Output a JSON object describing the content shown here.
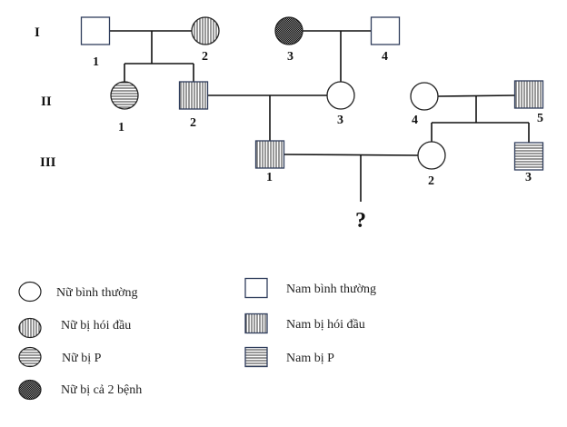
{
  "diagram": {
    "type": "pedigree",
    "colors": {
      "line": "#111111",
      "male_border": "#2f3d5c",
      "female_border": "#222222",
      "fill_blank": "#ffffff"
    },
    "generations": [
      {
        "id": "I",
        "label": "I"
      },
      {
        "id": "II",
        "label": "II"
      },
      {
        "id": "III",
        "label": "III"
      }
    ],
    "individuals": [
      {
        "id": "I-1",
        "label": "1",
        "sex": "male",
        "phenotype": "normal"
      },
      {
        "id": "I-2",
        "label": "2",
        "sex": "female",
        "phenotype": "bald"
      },
      {
        "id": "I-3",
        "label": "3",
        "sex": "female",
        "phenotype": "both"
      },
      {
        "id": "I-4",
        "label": "4",
        "sex": "male",
        "phenotype": "normal"
      },
      {
        "id": "II-1",
        "label": "1",
        "sex": "female",
        "phenotype": "P"
      },
      {
        "id": "II-2",
        "label": "2",
        "sex": "male",
        "phenotype": "bald"
      },
      {
        "id": "II-3",
        "label": "3",
        "sex": "female",
        "phenotype": "normal"
      },
      {
        "id": "II-4",
        "label": "4",
        "sex": "female",
        "phenotype": "normal"
      },
      {
        "id": "II-5",
        "label": "5",
        "sex": "male",
        "phenotype": "bald"
      },
      {
        "id": "III-1",
        "label": "1",
        "sex": "male",
        "phenotype": "bald"
      },
      {
        "id": "III-2",
        "label": "2",
        "sex": "female",
        "phenotype": "normal"
      },
      {
        "id": "III-3",
        "label": "3",
        "sex": "male",
        "phenotype": "P"
      }
    ],
    "unknown_child_label": "?",
    "legend": [
      {
        "sex": "female",
        "phenotype": "normal",
        "text": "Nữ bình thường"
      },
      {
        "sex": "female",
        "phenotype": "bald",
        "text": "Nữ bị hói đầu"
      },
      {
        "sex": "female",
        "phenotype": "P",
        "text": "Nữ bị P"
      },
      {
        "sex": "female",
        "phenotype": "both",
        "text": "Nữ bị cả 2 bệnh"
      },
      {
        "sex": "male",
        "phenotype": "normal",
        "text": "Nam bình thường"
      },
      {
        "sex": "male",
        "phenotype": "bald",
        "text": "Nam bị hói đầu"
      },
      {
        "sex": "male",
        "phenotype": "P",
        "text": "Nam bị P"
      }
    ]
  }
}
